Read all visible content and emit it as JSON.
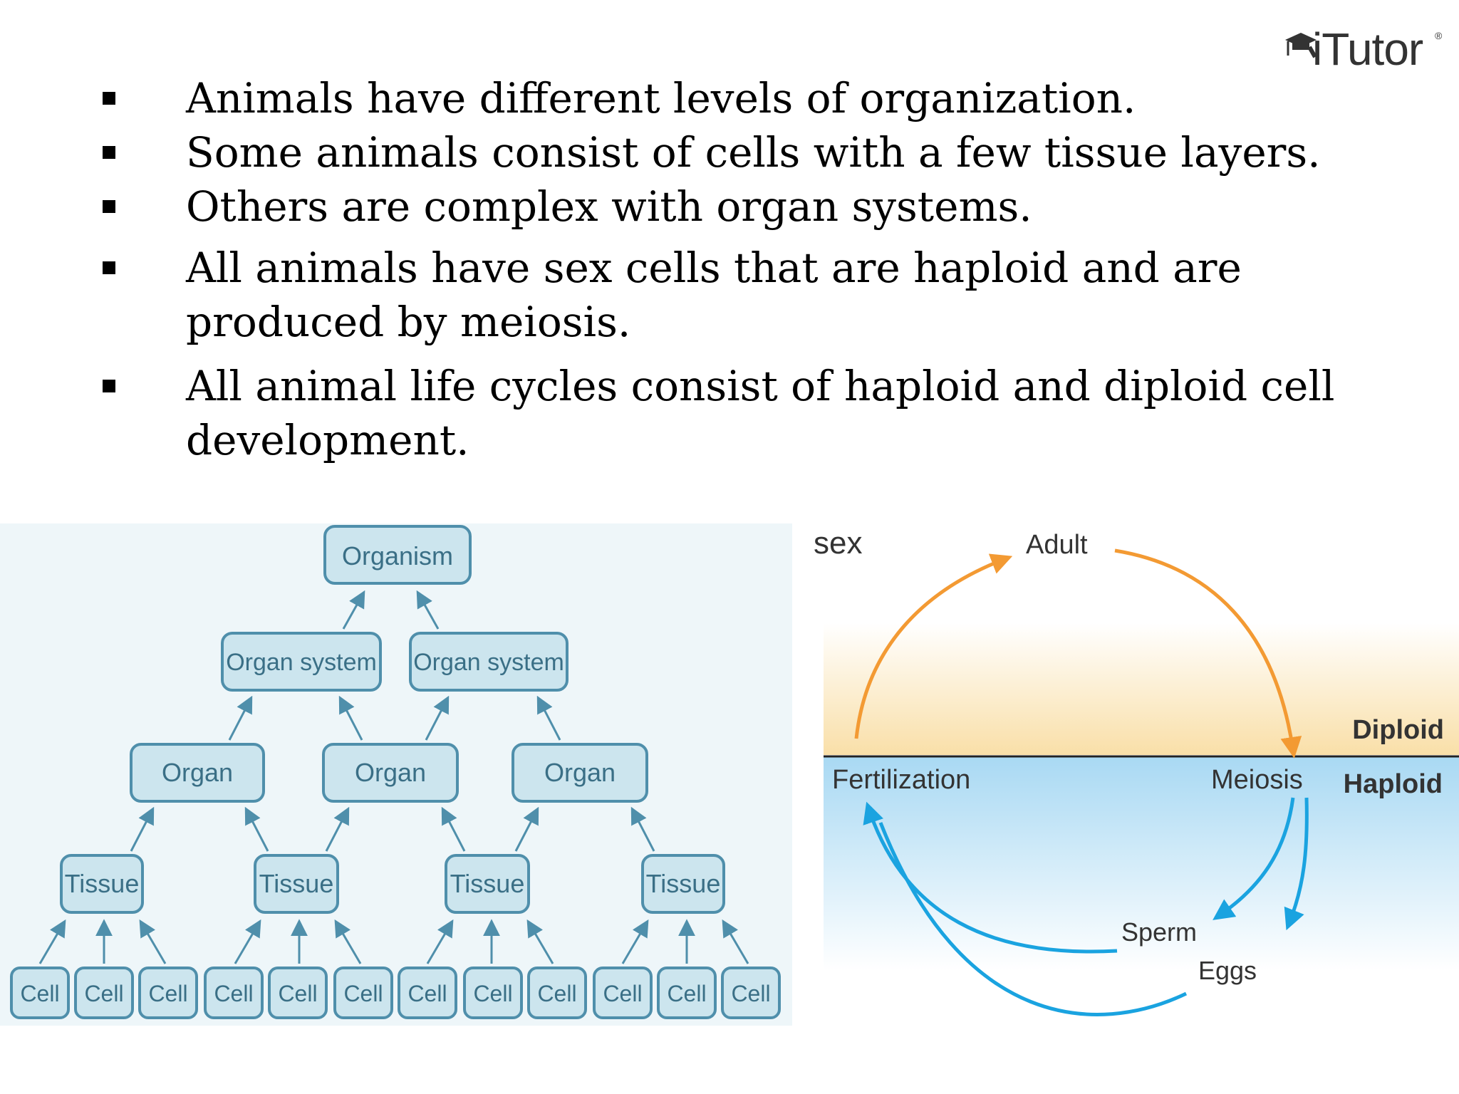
{
  "logo": {
    "text": "iTutor",
    "reg": "®"
  },
  "bullets": [
    "Animals have different levels of organization.",
    "Some animals consist of cells with a few tissue layers.",
    "Others are complex with organ systems.",
    "All animals have sex cells that are haploid and are produced by meiosis.",
    "All animal life cycles consist of haploid and diploid cell development."
  ],
  "hierarchy": {
    "organism": "Organism",
    "organ_systems": [
      "Organ system",
      "Organ system"
    ],
    "organs": [
      "Organ",
      "Organ",
      "Organ"
    ],
    "tissues": [
      "Tissue",
      "Tissue",
      "Tissue",
      "Tissue"
    ],
    "cells": [
      "Cell",
      "Cell",
      "Cell",
      "Cell",
      "Cell",
      "Cell",
      "Cell",
      "Cell",
      "Cell",
      "Cell",
      "Cell",
      "Cell"
    ],
    "colors": {
      "background": "#eef6f9",
      "box_fill": "#cce5ee",
      "box_stroke": "#4f8fab",
      "text": "#3a6f86"
    }
  },
  "life_cycle": {
    "sex": "sex",
    "adult": "Adult",
    "diploid": "Diploid",
    "haploid": "Haploid",
    "fertilization": "Fertilization",
    "meiosis": "Meiosis",
    "sperm": "Sperm",
    "eggs": "Eggs",
    "colors": {
      "orange": "#f39a33",
      "blue": "#1aa3e0",
      "diploid_bg": "#f9dfa8",
      "haploid_bg": "#a9d9f3"
    }
  }
}
